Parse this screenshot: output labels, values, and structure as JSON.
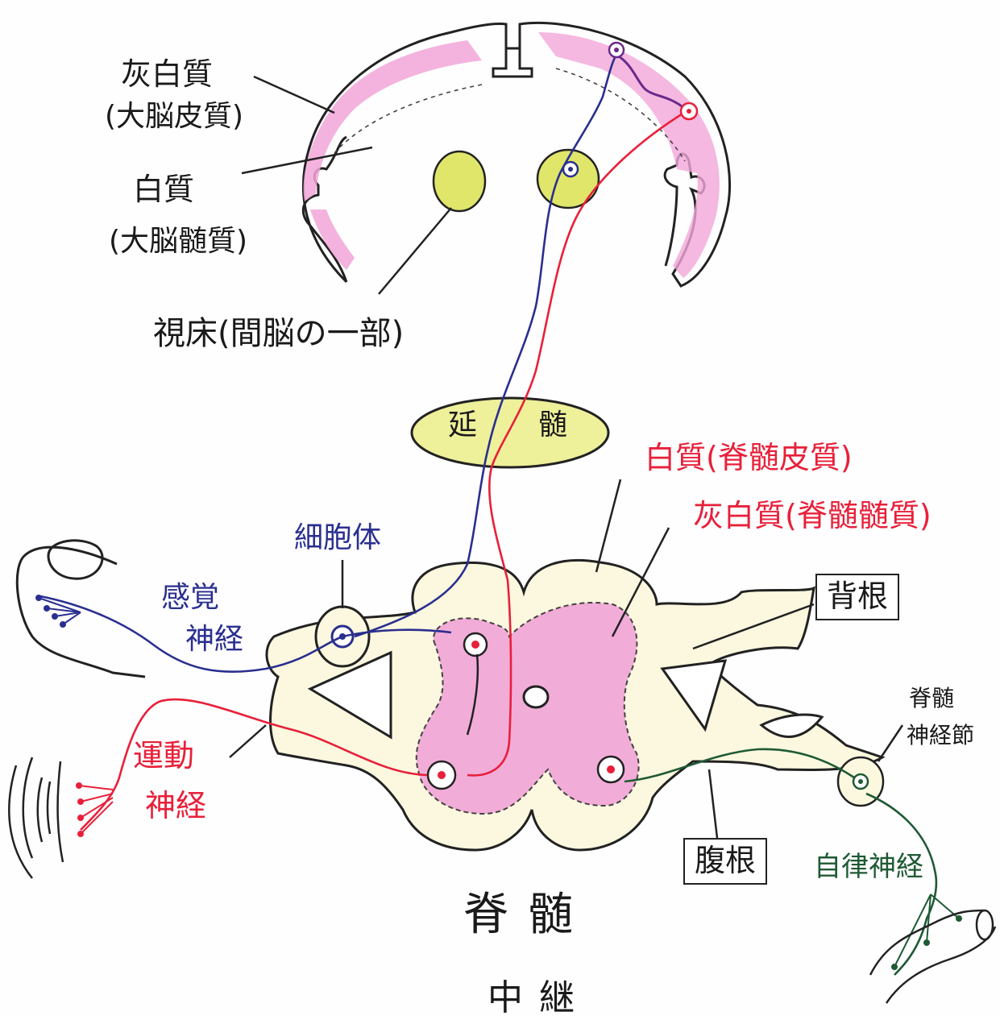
{
  "brain": {
    "gray_matter": "灰白質",
    "gray_matter_sub": "(大脳皮質)",
    "white_matter": "白質",
    "white_matter_sub": "(大脳髄質)",
    "thalamus": "視床(間脳の一部)"
  },
  "medulla": {
    "left": "延",
    "right": "髄"
  },
  "spinal": {
    "white_matter": "白質(脊髄皮質)",
    "gray_matter": "灰白質(脊髄髄質)",
    "cell_body": "細胞体",
    "sensory_1": "感覚",
    "sensory_2": "神経",
    "motor_1": "運動",
    "motor_2": "神経",
    "dorsal_root": "背根",
    "ventral_root": "腹根",
    "ganglion_1": "脊髄",
    "ganglion_2": "神経節",
    "autonomic": "自律神経",
    "title": "脊髄",
    "bottom_cut": "中継"
  },
  "colors": {
    "pink": "#f2a6d8",
    "yellow": "#dfe66a",
    "cream": "#fbf8df",
    "red": "#e8203a",
    "blue": "#2a2f8f",
    "green": "#1f5a34",
    "purple": "#6a2a8a"
  }
}
